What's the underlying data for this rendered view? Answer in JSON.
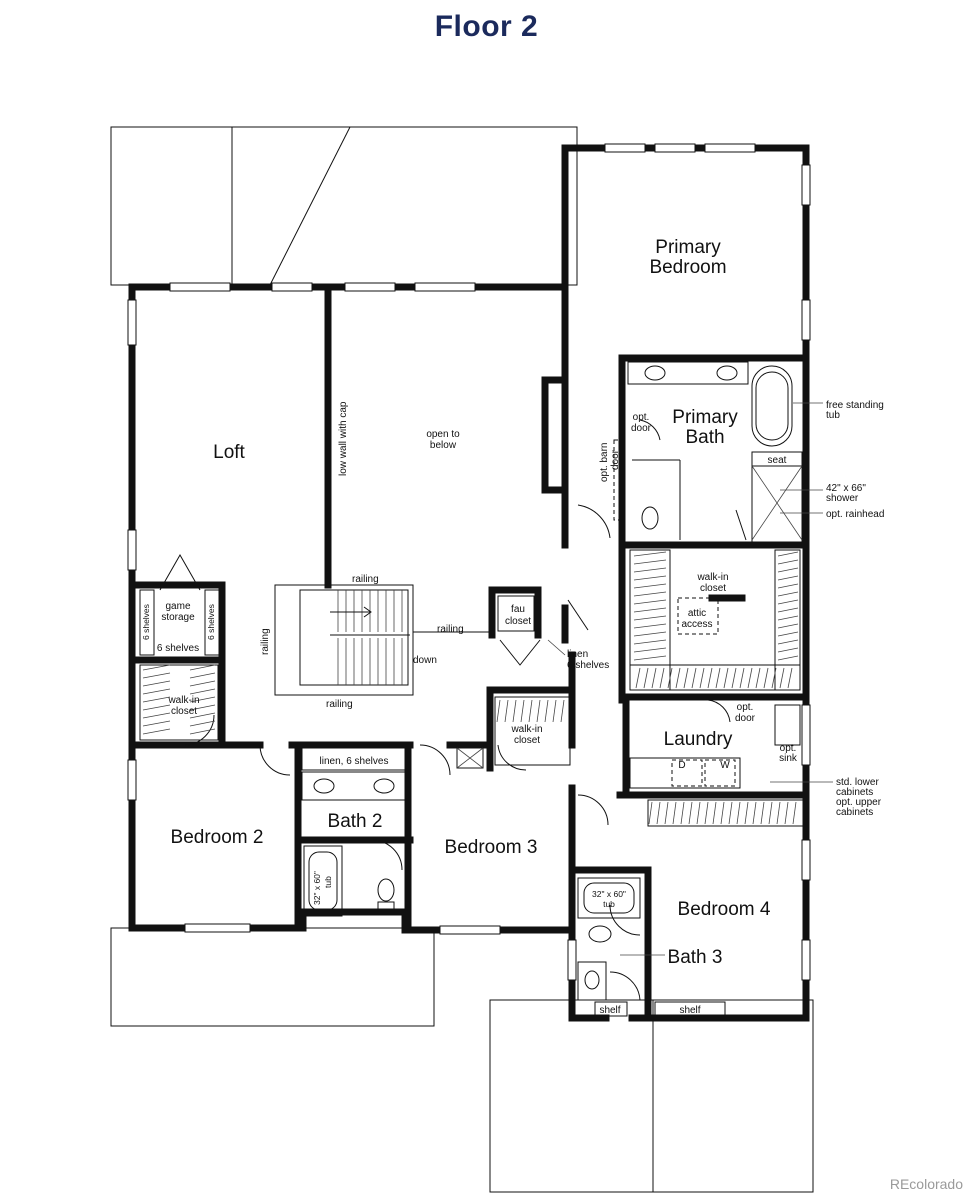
{
  "title": "Floor 2",
  "watermark": "REcolorado",
  "rooms": {
    "primary_bedroom_1": "Primary",
    "primary_bedroom_2": "Bedroom",
    "primary_bath_1": "Primary",
    "primary_bath_2": "Bath",
    "loft": "Loft",
    "bedroom_2": "Bedroom 2",
    "bath_2": "Bath 2",
    "bedroom_3": "Bedroom 3",
    "bedroom_4": "Bedroom 4",
    "bath_3": "Bath 3",
    "laundry": "Laundry"
  },
  "labels": {
    "open_to_1": "open to",
    "open_to_2": "below",
    "low_wall": "low wall with cap",
    "railing_top": "railing",
    "railing_mid": "railing",
    "railing_left": "railing",
    "railing_bottom": "railing",
    "down": "down",
    "fau_1": "fau",
    "fau_2": "closet",
    "linen_right_1": "linen",
    "linen_right_2": "6 shelves",
    "game_1": "game",
    "game_2": "storage",
    "shelves_left": "6 shelves",
    "shelves_right": "6 shelves",
    "shelves_bottom": "6 shelves",
    "walkin_left_1": "walk-in",
    "walkin_left_2": "closet",
    "linen_bath2": "linen, 6 shelves",
    "walkin_b3_1": "walk-in",
    "walkin_b3_2": "closet",
    "tub_b2_1": "32\" x 60\"",
    "tub_b2_2": "tub",
    "tub_b3_1": "32\" x 60\"",
    "tub_b3_2": "tub",
    "opt_door_1": "opt.",
    "opt_door_2": "door",
    "opt_barn_1": "opt. barn",
    "opt_barn_2": "door",
    "seat": "seat",
    "free_standing_1": "free standing",
    "free_standing_2": "tub",
    "shower_1": "42\" x 66\"",
    "shower_2": "shower",
    "rainhead": "opt. rainhead",
    "walkin_primary_1": "walk-in",
    "walkin_primary_2": "closet",
    "attic_1": "attic",
    "attic_2": "access",
    "laundry_opt_1": "opt.",
    "laundry_opt_2": "door",
    "opt_sink_1": "opt.",
    "opt_sink_2": "sink",
    "dryer": "D",
    "washer": "W",
    "cab_1": "std. lower",
    "cab_2": "cabinets",
    "cab_3": "opt. upper",
    "cab_4": "cabinets",
    "shelf_1": "shelf",
    "shelf_2": "shelf"
  }
}
